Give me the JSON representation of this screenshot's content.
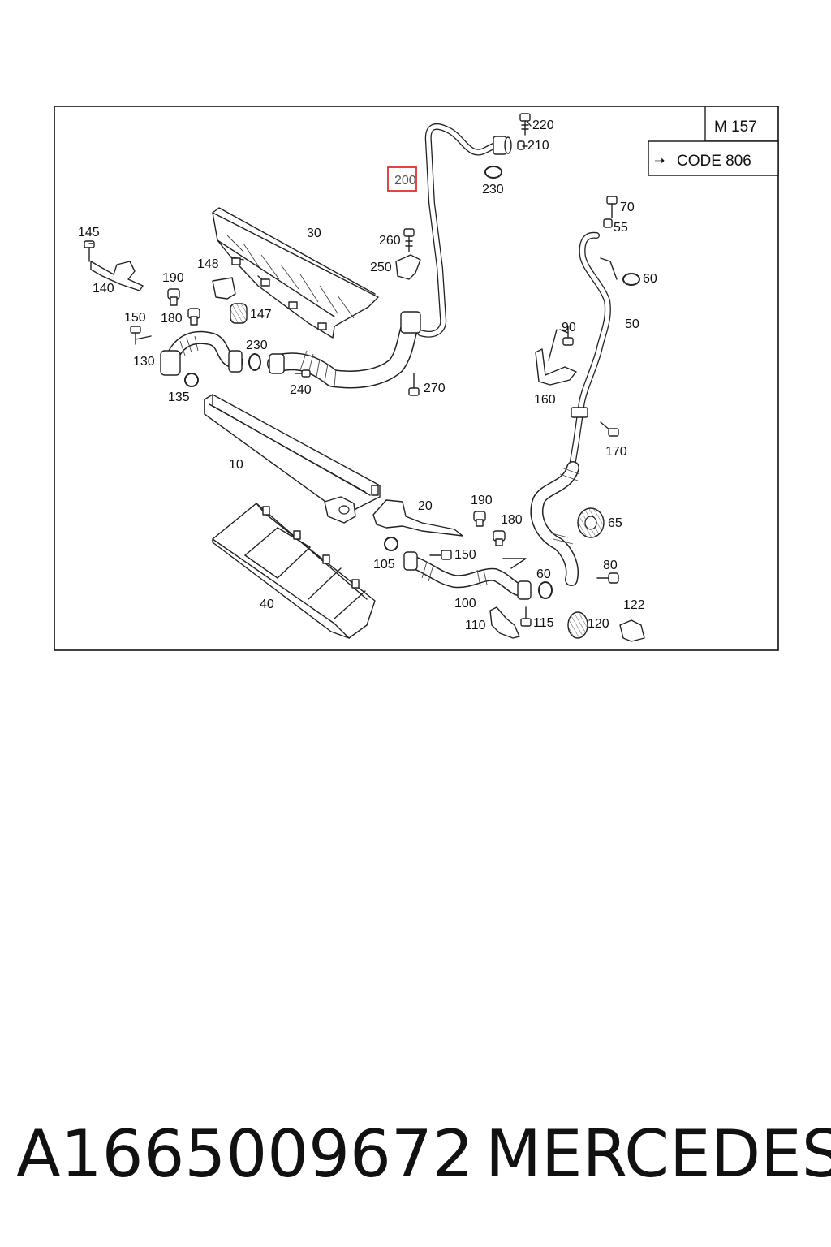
{
  "diagram": {
    "model_label": "M 157",
    "code_label": "CODE 806",
    "arrow_glyph": "➝",
    "highlighted_part": "200",
    "highlight_color": "#e03030",
    "callouts": [
      {
        "id": "c220",
        "text": "220"
      },
      {
        "id": "c210",
        "text": "210"
      },
      {
        "id": "c200",
        "text": "200"
      },
      {
        "id": "c230a",
        "text": "230"
      },
      {
        "id": "c70",
        "text": "70"
      },
      {
        "id": "c55",
        "text": "55"
      },
      {
        "id": "c60a",
        "text": "60"
      },
      {
        "id": "c145",
        "text": "145"
      },
      {
        "id": "c30",
        "text": "30"
      },
      {
        "id": "c260",
        "text": "260"
      },
      {
        "id": "c250",
        "text": "250"
      },
      {
        "id": "c148",
        "text": "148"
      },
      {
        "id": "c140",
        "text": "140"
      },
      {
        "id": "c190a",
        "text": "190"
      },
      {
        "id": "c150a",
        "text": "150"
      },
      {
        "id": "c180a",
        "text": "180"
      },
      {
        "id": "c147",
        "text": "147"
      },
      {
        "id": "c50",
        "text": "50"
      },
      {
        "id": "c90",
        "text": "90"
      },
      {
        "id": "c230b",
        "text": "230"
      },
      {
        "id": "c130",
        "text": "130"
      },
      {
        "id": "c240",
        "text": "240"
      },
      {
        "id": "c270",
        "text": "270"
      },
      {
        "id": "c135",
        "text": "135"
      },
      {
        "id": "c160",
        "text": "160"
      },
      {
        "id": "c170",
        "text": "170"
      },
      {
        "id": "c10",
        "text": "10"
      },
      {
        "id": "c20",
        "text": "20"
      },
      {
        "id": "c190b",
        "text": "190"
      },
      {
        "id": "c180b",
        "text": "180"
      },
      {
        "id": "c65",
        "text": "65"
      },
      {
        "id": "c150b",
        "text": "150"
      },
      {
        "id": "c105",
        "text": "105"
      },
      {
        "id": "c80",
        "text": "80"
      },
      {
        "id": "c60b",
        "text": "60"
      },
      {
        "id": "c40",
        "text": "40"
      },
      {
        "id": "c100",
        "text": "100"
      },
      {
        "id": "c122",
        "text": "122"
      },
      {
        "id": "c115",
        "text": "115"
      },
      {
        "id": "c120",
        "text": "120"
      },
      {
        "id": "c110",
        "text": "110"
      }
    ]
  },
  "footer": {
    "part_number": "A1665009672",
    "brand": "MERCEDES"
  }
}
